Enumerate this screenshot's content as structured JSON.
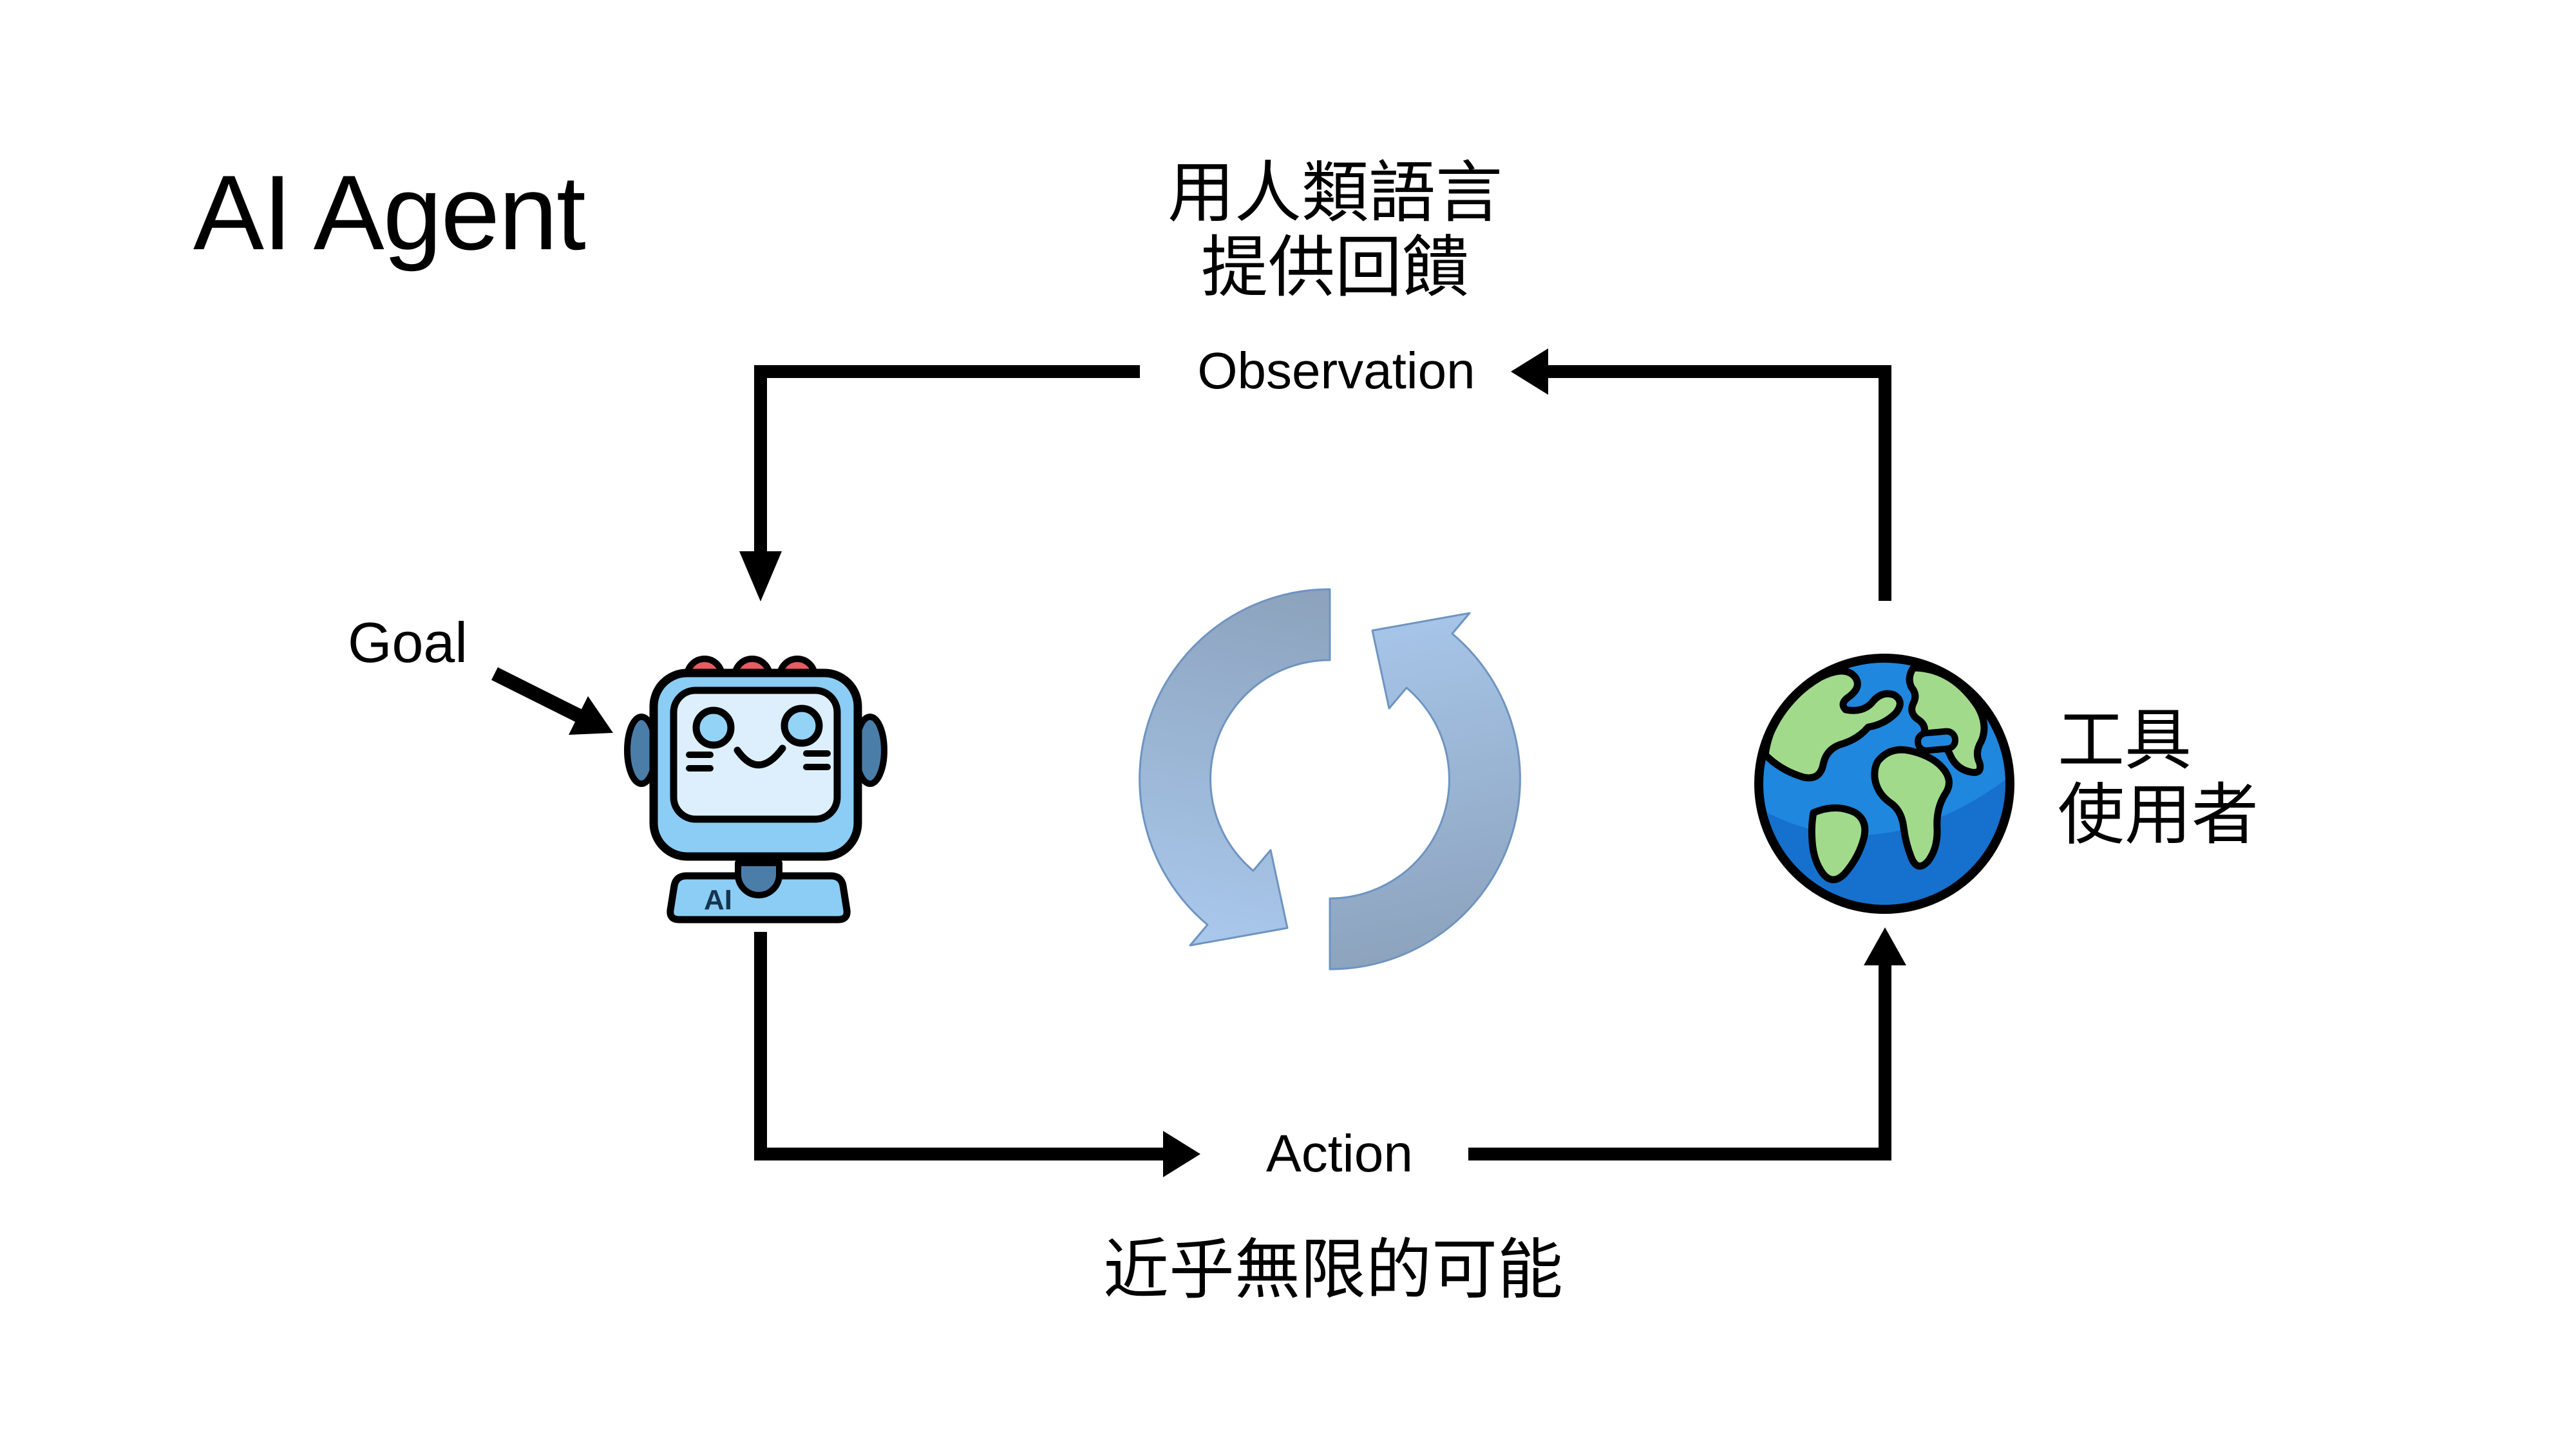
{
  "slide": {
    "title": "AI Agent",
    "background": "#ffffff"
  },
  "labels": {
    "observation": "Observation",
    "action": "Action",
    "goal": "Goal"
  },
  "annotations": {
    "observation_note": {
      "line1": "用人類語言",
      "line2": "提供回饋"
    },
    "world_note": {
      "line1": "工具",
      "line2": "使用者"
    },
    "action_note": "近乎無限的可能"
  },
  "robot": {
    "badge": "AI"
  },
  "icons": {
    "agent": "robot-icon",
    "environment": "globe-icon",
    "center": "cycle-arrows-icon"
  },
  "colors": {
    "flow_line": "#000000",
    "cycle_dark": "#8ba1bb",
    "cycle_light": "#a9c8ec",
    "cycle_stroke": "#6e94c0",
    "robot_blue": "#8bcdf4",
    "robot_screen": "#ddeffc",
    "robot_dark_blue": "#4a7ea9",
    "robot_red": "#ea5a62",
    "robot_badge_color": "#17344f",
    "ocean_blue": "#1f87de",
    "ocean_shadow": "#1571cd",
    "land_green": "#a2da8c"
  }
}
